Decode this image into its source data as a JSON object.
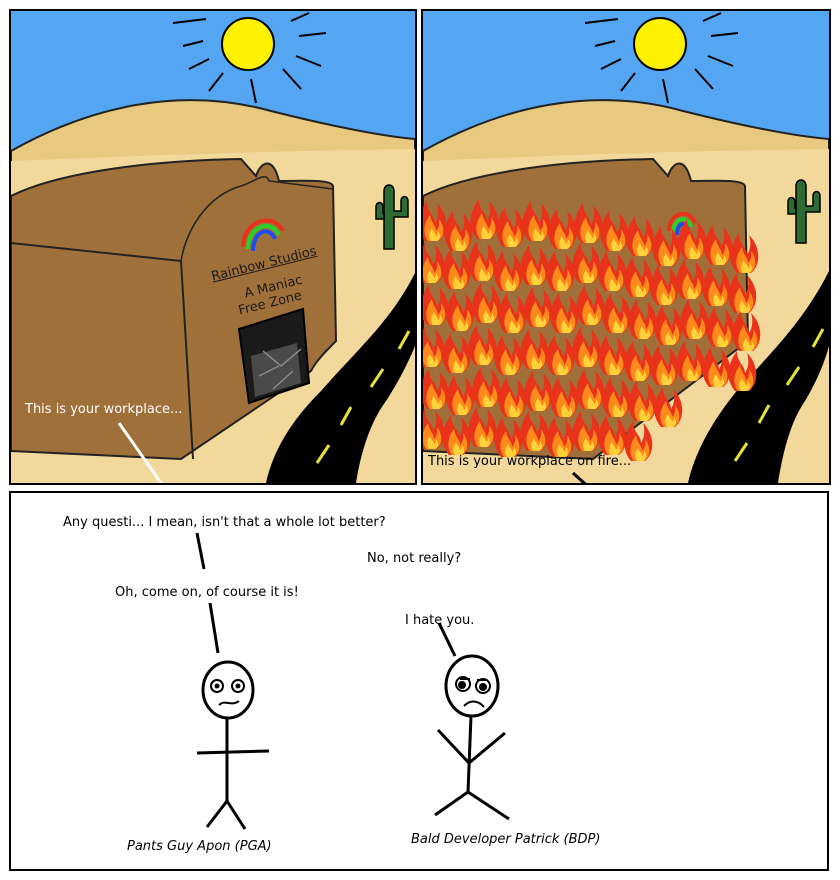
{
  "panel1": {
    "sign_title": "Rainbow Studios",
    "sign_line1": "A Maniac",
    "sign_line2": "Free Zone",
    "caption": "This is your workplace..."
  },
  "panel2": {
    "caption": "This is your workplace on fire..."
  },
  "panel3": {
    "pga_line1": "Any questi...  I mean, isn't that a whole lot better?",
    "pga_line2": "Oh, come on, of course it is!",
    "bdp_line1": "No, not really?",
    "bdp_line2": "I hate you.",
    "pga_name": "Pants Guy Apon (PGA)",
    "bdp_name": "Bald Developer Patrick (BDP)"
  },
  "colors": {
    "sky": "#55a6f2",
    "sand": "#f2d89b",
    "dune": "#e8c97f",
    "building": "#a0703a",
    "road": "#000000",
    "cactus": "#2e6b32",
    "sun": "#fff200",
    "fire_red": "#e8321a",
    "fire_orange": "#ff8a1c",
    "fire_yellow": "#ffd23a"
  },
  "icons": [
    "sun-icon",
    "rainbow-logo-icon",
    "cactus-icon",
    "flames-icon"
  ]
}
